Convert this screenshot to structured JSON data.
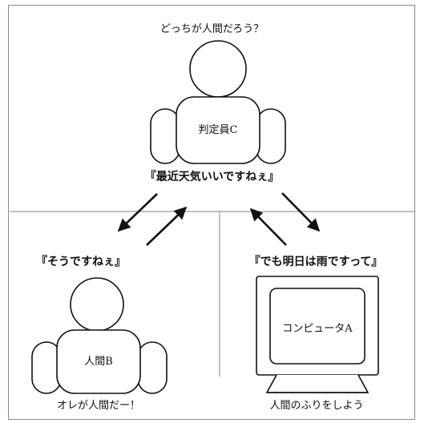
{
  "top_caption": "どっちが人間だろう？",
  "judge": {
    "label": "判定員C",
    "speech": "『最近天気いいですねぇ』"
  },
  "human": {
    "label": "人間B",
    "speech": "『そうですねぇ』",
    "caption": "オレが人間だー！"
  },
  "computer": {
    "label": "コンピュータA",
    "speech": "『でも明日は雨ですって』",
    "caption": "人間のふりをしよう"
  }
}
